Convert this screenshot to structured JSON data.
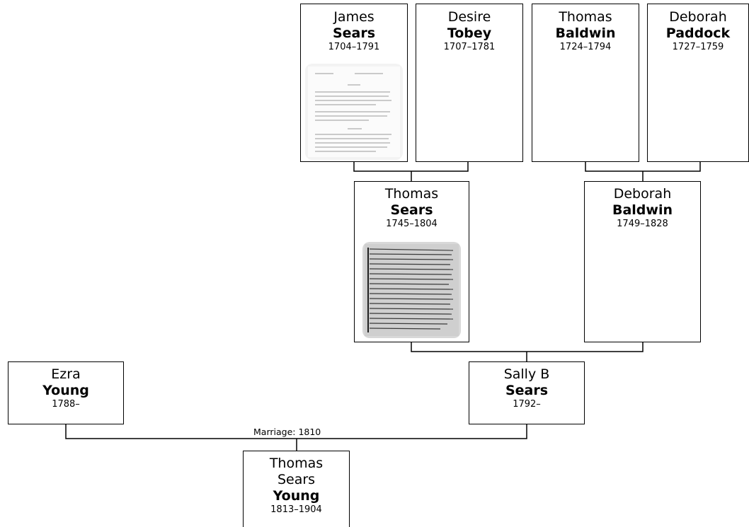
{
  "colors": {
    "box_border": "#000000",
    "line": "#000000",
    "background": "#ffffff",
    "text": "#000000"
  },
  "people": {
    "james_sears": {
      "given": "James",
      "surname": "Sears",
      "years": "1704–1791"
    },
    "desire_tobey": {
      "given": "Desire",
      "surname": "Tobey",
      "years": "1707–1781"
    },
    "thomas_baldwin": {
      "given": "Thomas",
      "surname": "Baldwin",
      "years": "1724–1794"
    },
    "deborah_paddock": {
      "given": "Deborah",
      "surname": "Paddock",
      "years": "1727–1759"
    },
    "thomas_sears": {
      "given": "Thomas",
      "surname": "Sears",
      "years": "1745–1804"
    },
    "deborah_baldwin": {
      "given": "Deborah",
      "surname": "Baldwin",
      "years": "1749–1828"
    },
    "ezra_young": {
      "given": "Ezra",
      "surname": "Young",
      "years": "1788–"
    },
    "sally_sears": {
      "given": "Sally B",
      "surname": "Sears",
      "years": "1792–"
    },
    "thomas_sears_young": {
      "given": "Thomas",
      "given2": "Sears",
      "surname": "Young",
      "years": "1813–1904"
    }
  },
  "marriage": {
    "label": "Marriage: 1810"
  }
}
